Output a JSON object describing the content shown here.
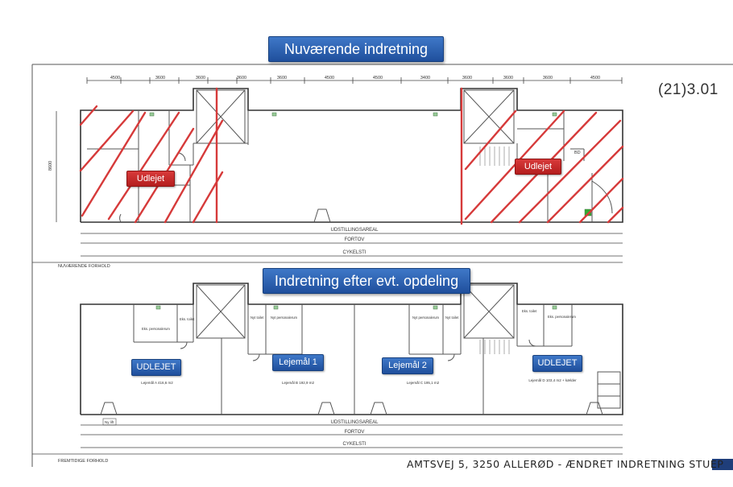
{
  "top_banner": "Nuværende indretning",
  "bottom_banner": "Indretning efter evt. opdeling",
  "drawing_code": "(21)3.01",
  "top_plan": {
    "dimensions": [
      "4500",
      "3600",
      "3600",
      "3600",
      "3600",
      "4500",
      "4500",
      "3400",
      "3600",
      "3600",
      "3600",
      "4500"
    ],
    "height_dim": "8600",
    "tag_left": "Udlejet",
    "tag_right": "Udlejet",
    "street_labels": [
      "UDSTILLINGSAREAL",
      "FORTOV",
      "CYKELSTI"
    ],
    "caption": "NUVÆRENDE FORHOLD",
    "bd_label": "BD"
  },
  "bottom_plan": {
    "unit_tags": [
      "UDLEJET",
      "Lejemål 1",
      "Lejemål 2",
      "UDLEJET"
    ],
    "unit_areas": [
      "Lejemål A 416,6 m2",
      "Lejemål B 192,9 m2",
      "Lejemål C 195,1 m2",
      "Lejemål D 103,4 m2 + kælder"
    ],
    "room_labels": [
      "Eks. personalerum",
      "Eks. toilet",
      "Nyt toilet",
      "Nyt personalerum",
      "Nyt personalerum",
      "Nyt toilet",
      "Eks. toilet",
      "Eks. personalerum"
    ],
    "street_labels": [
      "UDSTILLINGSAREAL",
      "FORTOV",
      "CYKELSTI"
    ],
    "caption": "FREMTIDIGE FORHOLD",
    "ny_label": "Ny lift"
  },
  "footer": "AMTSVEJ 5, 3250 ALLERØD - ÆNDRET INDRETNING STUEP"
}
